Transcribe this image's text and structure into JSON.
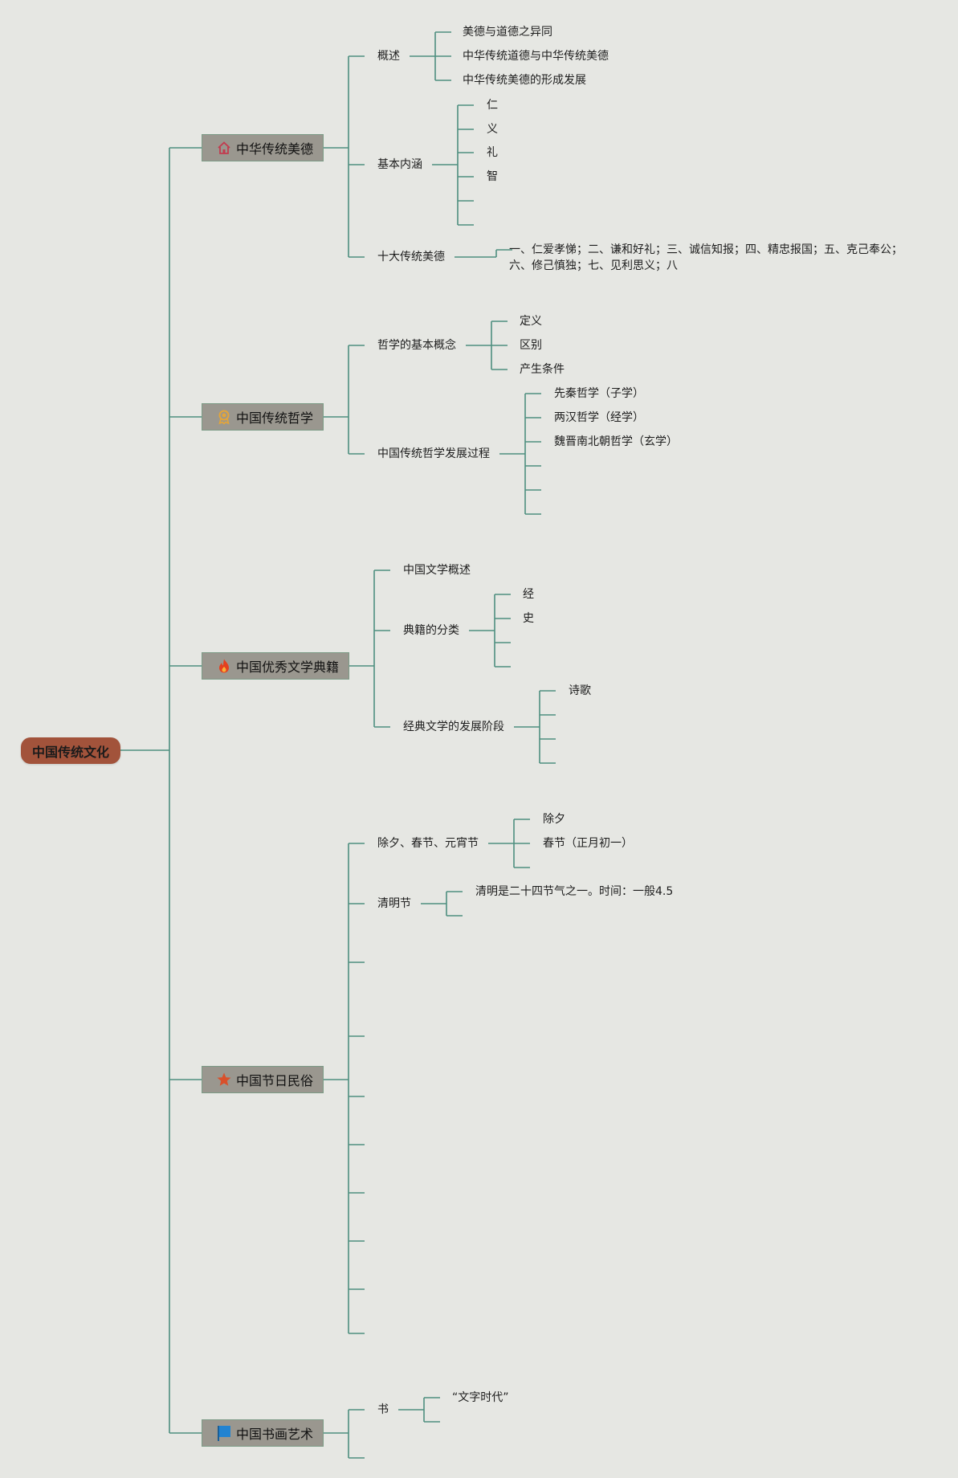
{
  "root": {
    "label": "中国传统文化"
  },
  "branches": [
    {
      "label": "中华传统美德",
      "icon": "home-icon",
      "children": [
        {
          "label": "概述",
          "children": [
            "美德与道德之异同",
            "中华传统道德与中华传统美德",
            "中华传统美德的形成发展"
          ]
        },
        {
          "label": "基本内涵",
          "children": [
            "仁",
            "义",
            "礼",
            "智",
            "",
            ""
          ]
        },
        {
          "label": "十大传统美德",
          "children": [
            "一、仁爱孝悌；二、谦和好礼；三、诚信知报；四、精忠报国；五、克己奉公；六、修己慎独；七、见利思义；八"
          ]
        }
      ]
    },
    {
      "label": "中国传统哲学",
      "icon": "medal-icon",
      "children": [
        {
          "label": "哲学的基本概念",
          "children": [
            "定义",
            "区别",
            "产生条件"
          ]
        },
        {
          "label": "中国传统哲学发展过程",
          "children": [
            "先秦哲学（子学）",
            "两汉哲学（经学）",
            "魏晋南北朝哲学（玄学）",
            "",
            "",
            ""
          ]
        }
      ]
    },
    {
      "label": "中国优秀文学典籍",
      "icon": "fire-icon",
      "children": [
        {
          "label": "中国文学概述",
          "children": []
        },
        {
          "label": "典籍的分类",
          "children": [
            "经",
            "史",
            "",
            ""
          ]
        },
        {
          "label": "经典文学的发展阶段",
          "children": [
            "诗歌",
            "",
            "",
            ""
          ]
        }
      ]
    },
    {
      "label": "中国节日民俗",
      "icon": "star-icon",
      "children": [
        {
          "label": "除夕、春节、元宵节",
          "children": [
            "除夕",
            "春节（正月初一）",
            ""
          ]
        },
        {
          "label": "清明节",
          "children": [
            "清明是二十四节气之一。时间：一般4.5",
            ""
          ]
        },
        {
          "label": "",
          "children": []
        },
        {
          "label": "",
          "children": []
        },
        {
          "label": "",
          "children": []
        },
        {
          "label": "",
          "children": []
        },
        {
          "label": "",
          "children": []
        },
        {
          "label": "",
          "children": []
        },
        {
          "label": "",
          "children": []
        },
        {
          "label": "",
          "children": []
        }
      ]
    },
    {
      "label": "中国书画艺术",
      "icon": "flag-icon",
      "children": [
        {
          "label": "书",
          "children": [
            "“文字时代”",
            ""
          ]
        },
        {
          "label": "",
          "children": []
        }
      ]
    }
  ],
  "colors": {
    "background": "#e6e7e3",
    "connector": "#4e8f7f",
    "root_fill": "#a2533b",
    "branch_fill": "#9a978f",
    "home_icon": "#c23b4f",
    "medal_icon": "#e3a53a",
    "fire_icon": "#e5401f",
    "star_icon": "#d9502b",
    "flag_icon": "#2283d1"
  }
}
